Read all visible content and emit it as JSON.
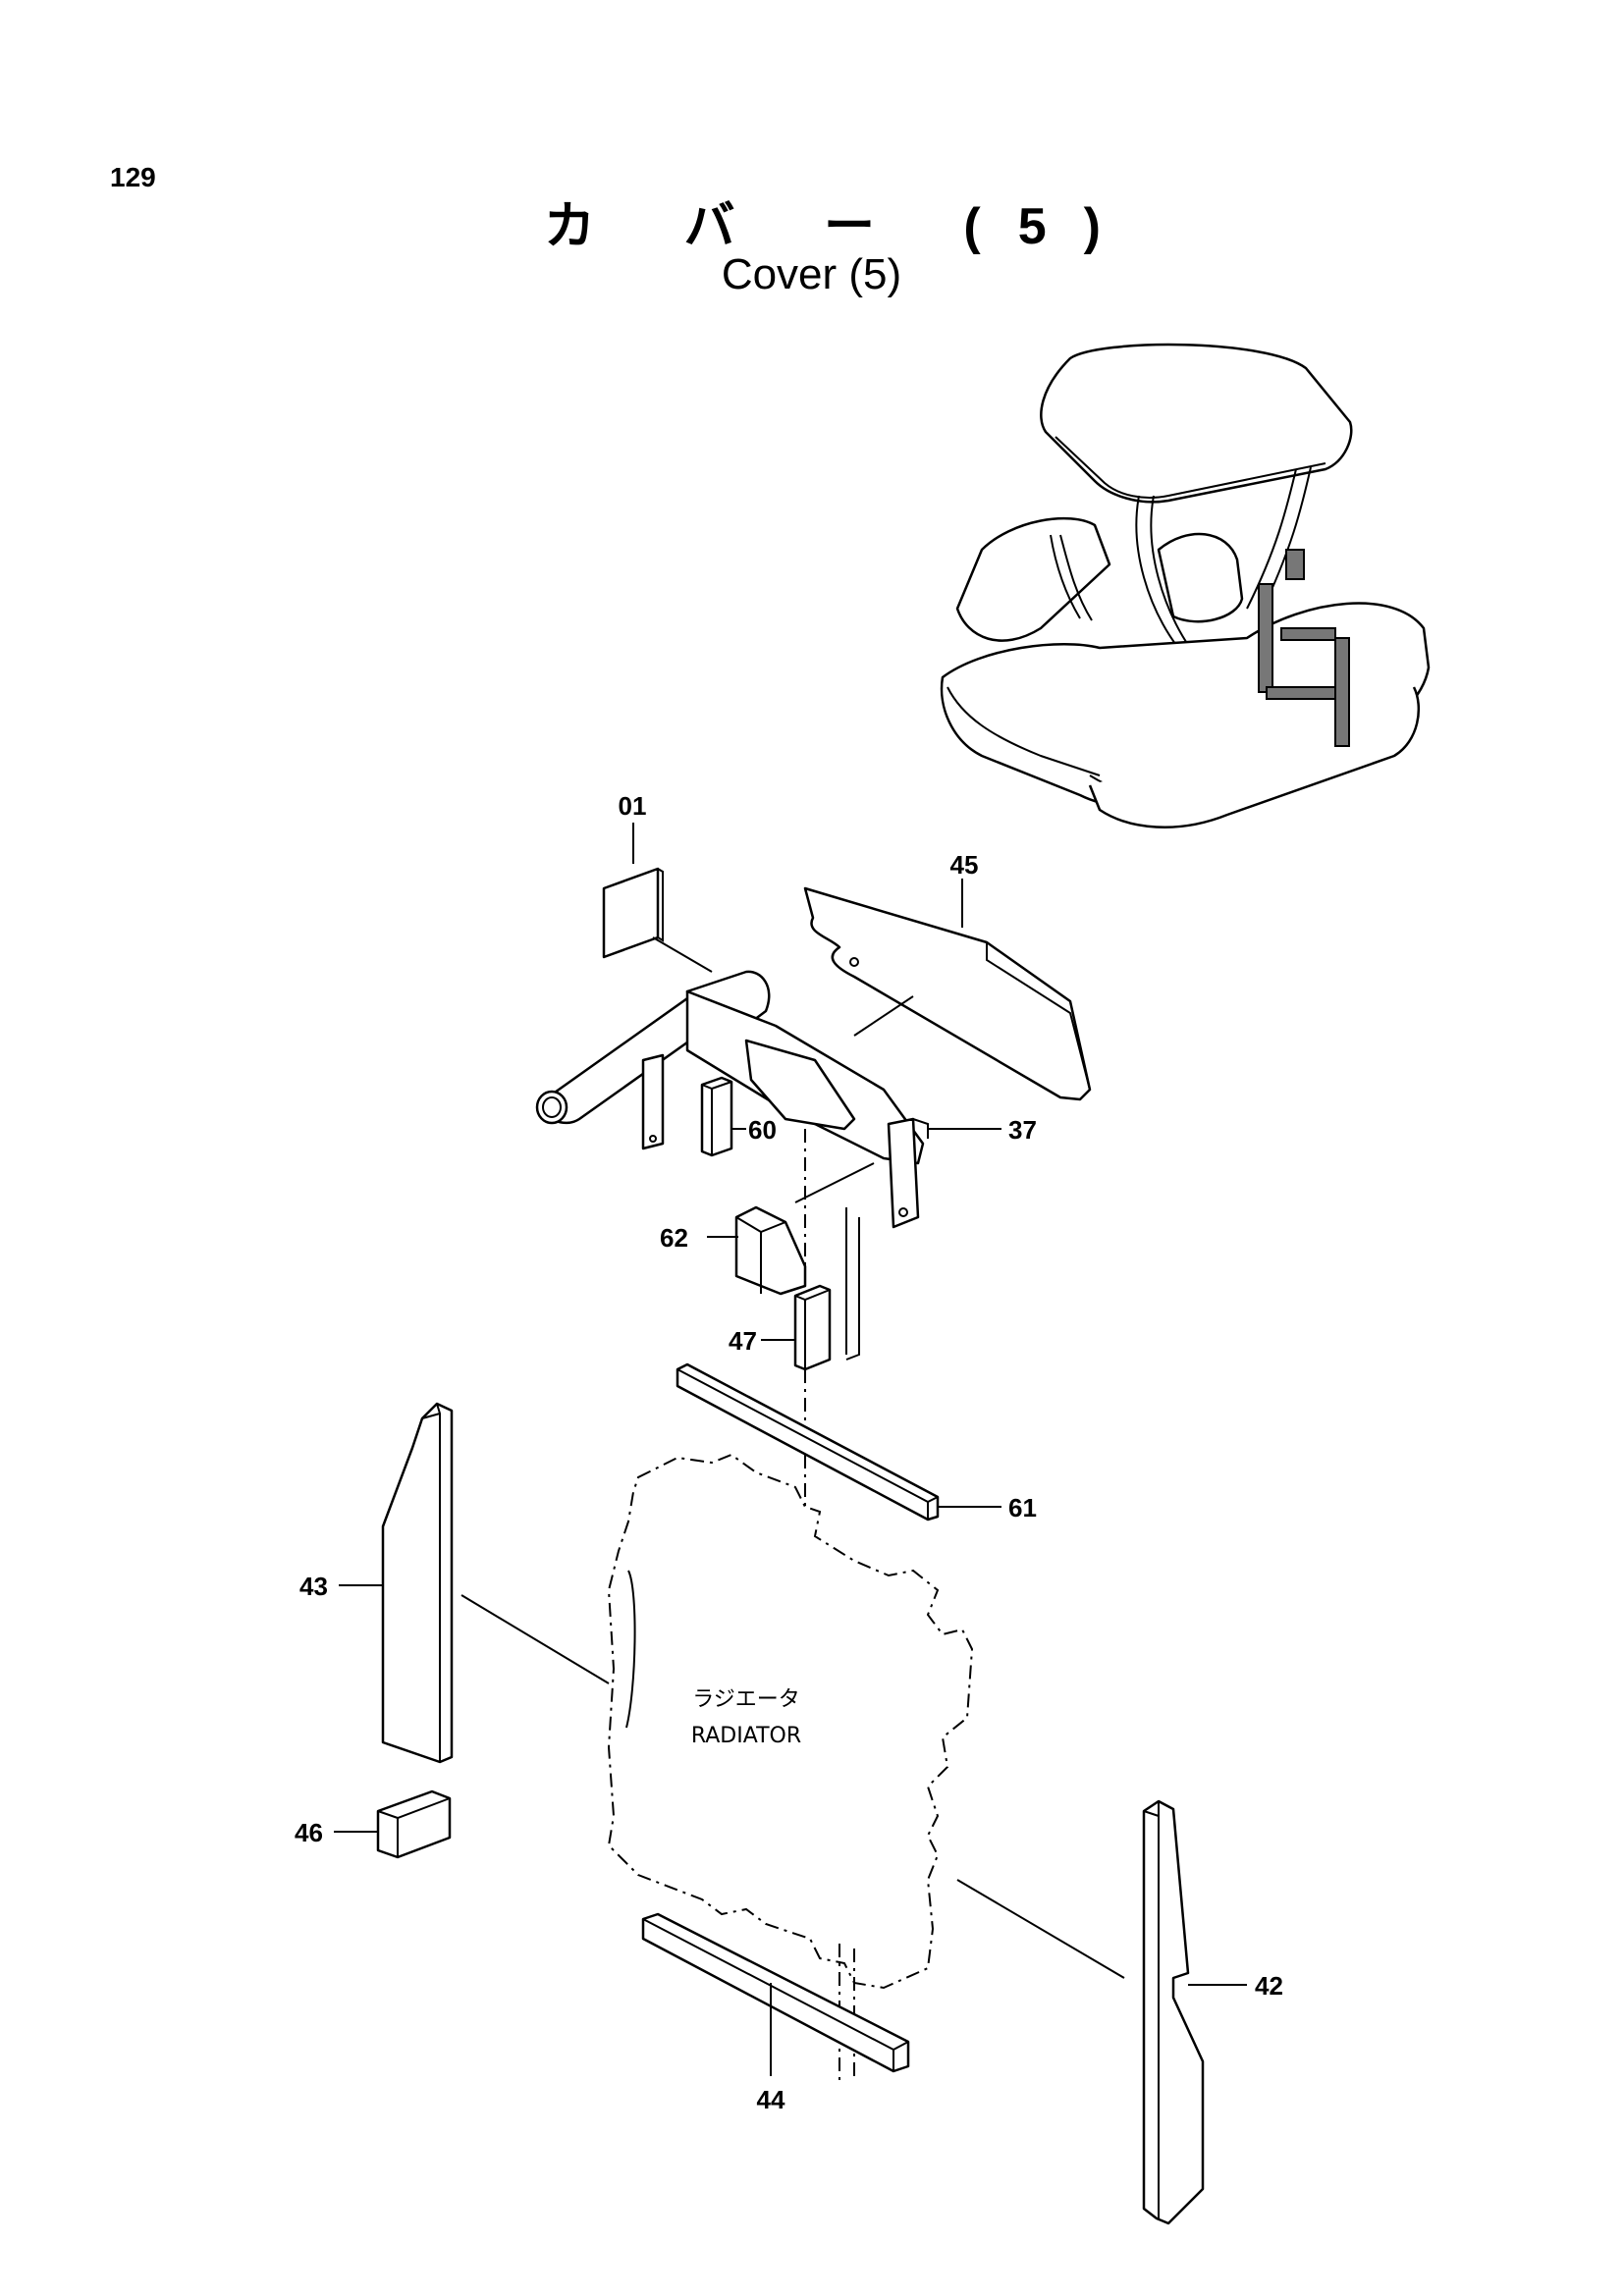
{
  "page_number": "129",
  "title_jp": "カ バ ー (5)",
  "title_en": "Cover (5)",
  "radiator_label_jp": "ラジエータ",
  "radiator_label_en": "RADIATOR",
  "callouts": [
    "01",
    "45",
    "60",
    "37",
    "62",
    "47",
    "61",
    "43",
    "46",
    "42",
    "44"
  ]
}
